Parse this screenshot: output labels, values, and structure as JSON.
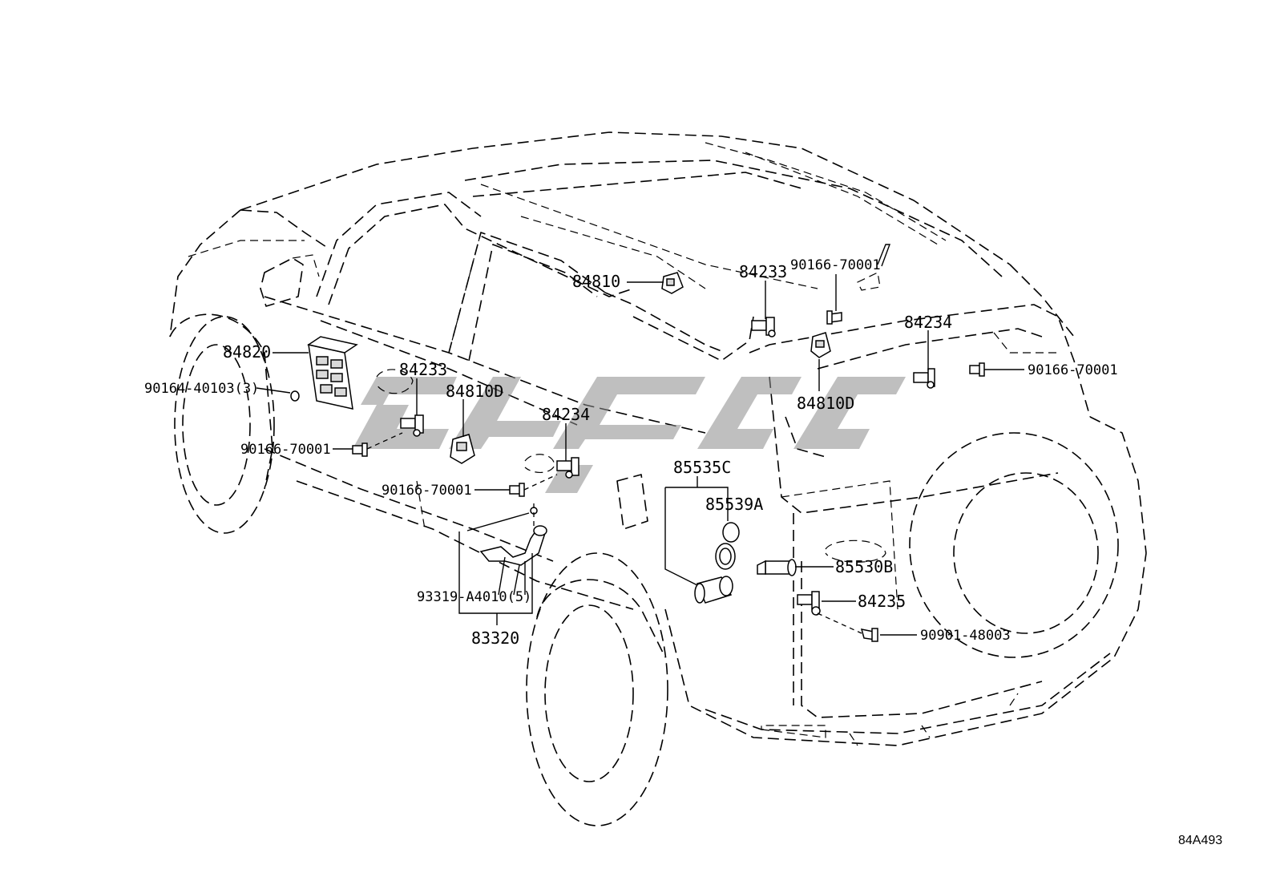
{
  "diagram_code": "84A493",
  "callouts": {
    "p84810": "84810",
    "p84233_top": "84233",
    "p90166_top": "90166-70001",
    "p84234_right": "84234",
    "p90166_right": "90166-70001",
    "p84810D_right": "84810D",
    "p84820": "84820",
    "p90164": "90164-40103(3)",
    "p84233_left": "84233",
    "p84810D_left": "84810D",
    "p84234_mid": "84234",
    "p90166_left": "90166-70001",
    "p90166_mid": "90166-70001",
    "p85535C": "85535C",
    "p85539A": "85539A",
    "p85530B": "85530B",
    "p84235": "84235",
    "p90901": "90901-48003",
    "p93319": "93319-A4010(5)",
    "p83320": "83320"
  },
  "icons": {
    "watermark": "brand-watermark-logo"
  }
}
